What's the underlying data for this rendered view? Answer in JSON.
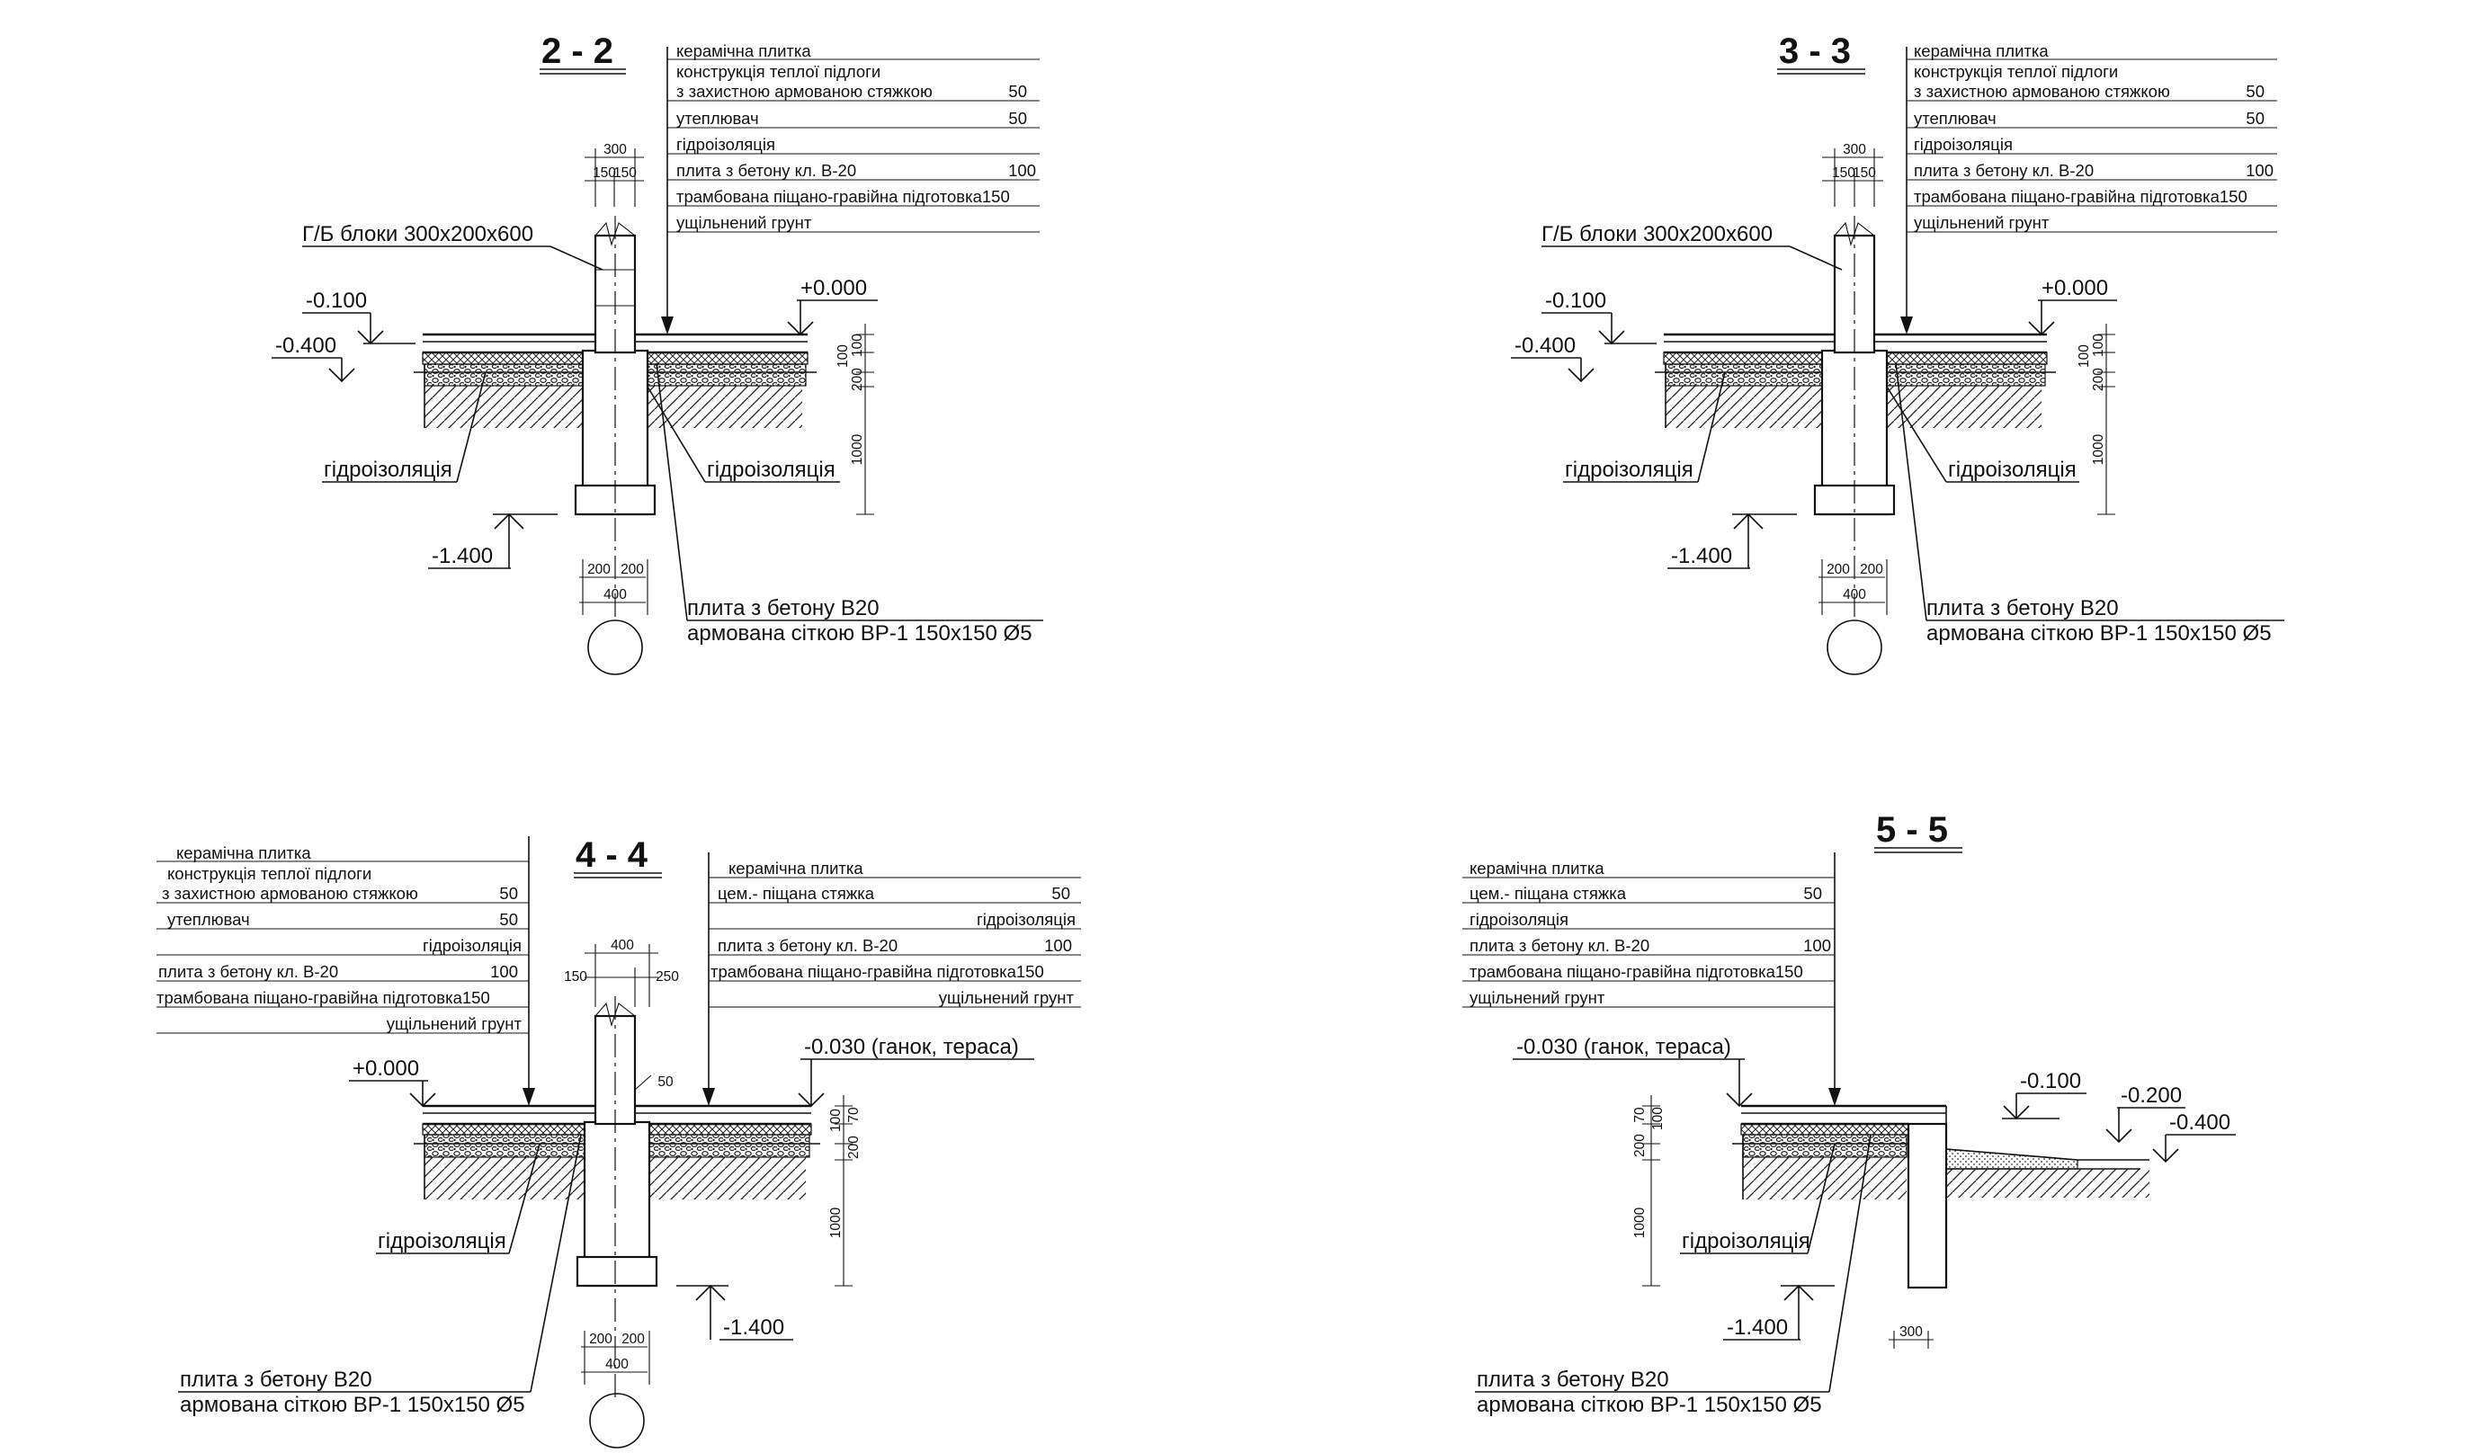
{
  "sections": [
    {
      "id": "s2",
      "title": "2 - 2",
      "layers": [
        {
          "text": "керамічна плитка",
          "value": ""
        },
        {
          "text": "конструкція теплої підлоги",
          "value": ""
        },
        {
          "text": "з захистною армованою стяжкою",
          "value": "50"
        },
        {
          "text": "утеплювач",
          "value": "50"
        },
        {
          "text": "гідроізоляція",
          "value": ""
        },
        {
          "text": "плита з бетону кл. В-20",
          "value": "100"
        },
        {
          "text": "трамбована піщано-гравійна підготовка150",
          "value": ""
        },
        {
          "text": "ущільнений грунт",
          "value": ""
        }
      ],
      "block_label": "Г/Б блоки 300х200х600",
      "levels": [
        "-0.100",
        "-0.400",
        "+0.000",
        "-1.400"
      ],
      "waterproofing_left": "гідроізоляція",
      "waterproofing_right": "гідроізоляція",
      "slab_note_1": "плита з бетону В20",
      "slab_note_2": "армована сіткою ВР-1 150х150 Ø5",
      "dims_top": [
        "300",
        "150",
        "150"
      ],
      "dims_right": [
        "100",
        "100",
        "200",
        "1000"
      ],
      "dims_bottom": [
        "200",
        "200",
        "400"
      ]
    },
    {
      "id": "s3",
      "title": "3 - 3",
      "layers": [
        {
          "text": "керамічна плитка",
          "value": ""
        },
        {
          "text": "конструкція теплої підлоги",
          "value": ""
        },
        {
          "text": "з захистною армованою стяжкою",
          "value": "50"
        },
        {
          "text": "утеплювач",
          "value": "50"
        },
        {
          "text": "гідроізоляція",
          "value": ""
        },
        {
          "text": "плита з бетону кл. В-20",
          "value": "100"
        },
        {
          "text": "трамбована піщано-гравійна підготовка150",
          "value": ""
        },
        {
          "text": "ущільнений грунт",
          "value": ""
        }
      ],
      "block_label": "Г/Б блоки 300х200х600",
      "levels": [
        "-0.100",
        "-0.400",
        "+0.000",
        "-1.400"
      ],
      "waterproofing_left": "гідроізоляція",
      "waterproofing_right": "гідроізоляція",
      "slab_note_1": "плита з бетону В20",
      "slab_note_2": "армована сіткою ВР-1 150х150 Ø5",
      "dims_top": [
        "300",
        "150",
        "150"
      ],
      "dims_right": [
        "100",
        "100",
        "200",
        "1000"
      ],
      "dims_bottom": [
        "200",
        "200",
        "400"
      ]
    },
    {
      "id": "s4",
      "title": "4 - 4",
      "layers_left": [
        {
          "text": "керамічна плитка",
          "value": ""
        },
        {
          "text": "конструкція теплої підлоги",
          "value": ""
        },
        {
          "text": "з захистною армованою стяжкою",
          "value": "50"
        },
        {
          "text": "утеплювач",
          "value": "50"
        },
        {
          "text": "гідроізоляція",
          "value": ""
        },
        {
          "text": "плита з бетону кл. В-20",
          "value": "100"
        },
        {
          "text": "трамбована піщано-гравійна підготовка150",
          "value": ""
        },
        {
          "text": "ущільнений грунт",
          "value": ""
        }
      ],
      "layers_right": [
        {
          "text": "керамічна плитка",
          "value": ""
        },
        {
          "text": "цем.- піщана стяжка",
          "value": "50"
        },
        {
          "text": "гідроізоляція",
          "value": ""
        },
        {
          "text": "плита з бетону кл. В-20",
          "value": "100"
        },
        {
          "text": "трамбована піщано-гравійна підготовка150",
          "value": ""
        },
        {
          "text": "ущільнений грунт",
          "value": ""
        }
      ],
      "levels": [
        "+0.000",
        "-0.030 (ганок, тераса)",
        "-1.400"
      ],
      "waterproofing": "гідроізоляція",
      "slab_note_1": "плита з бетону В20",
      "slab_note_2": "армована сіткою ВР-1 150х150 Ø5",
      "dims_top": [
        "400",
        "150",
        "250",
        "50"
      ],
      "dims_right": [
        "100",
        "70",
        "200",
        "1000"
      ],
      "dims_bottom": [
        "200",
        "200",
        "400"
      ]
    },
    {
      "id": "s5",
      "title": "5 - 5",
      "layers": [
        {
          "text": "керамічна плитка",
          "value": ""
        },
        {
          "text": "цем.- піщана стяжка",
          "value": "50"
        },
        {
          "text": "гідроізоляція",
          "value": ""
        },
        {
          "text": "плита з бетону кл. В-20",
          "value": "100"
        },
        {
          "text": "трамбована піщано-гравійна підготовка150",
          "value": ""
        },
        {
          "text": "ущільнений грунт",
          "value": ""
        }
      ],
      "levels": [
        "-0.030 (ганок, тераса)",
        "-0.100",
        "-0.200",
        "-0.400",
        "-1.400"
      ],
      "waterproofing": "гідроізоляція",
      "slab_note_1": "плита з бетону В20",
      "slab_note_2": "армована сіткою ВР-1 150х150 Ø5",
      "dims_left": [
        "200",
        "70",
        "100",
        "1000"
      ],
      "dims_bottom": [
        "300"
      ]
    }
  ]
}
